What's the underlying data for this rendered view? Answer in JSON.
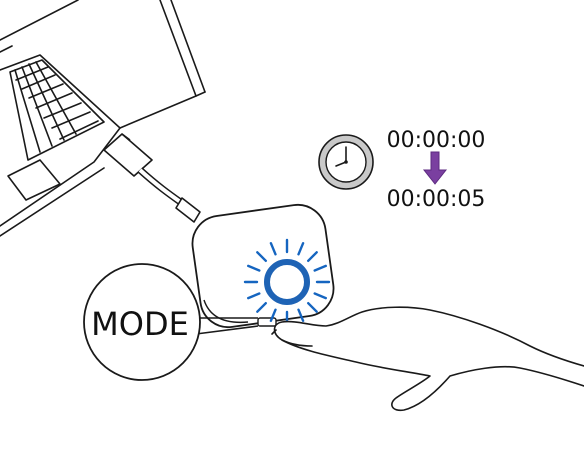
{
  "timer": {
    "start_time": "00:00:00",
    "end_time": "00:00:05"
  },
  "callout": {
    "button_label": "MODE"
  },
  "colors": {
    "line": "#1a1a1a",
    "clock_fill": "#c9c9c9",
    "arrow": "#7a3fa0",
    "glow": "#1565c0",
    "ring": "#1e63b5",
    "ring_inner": "#ffffff"
  }
}
